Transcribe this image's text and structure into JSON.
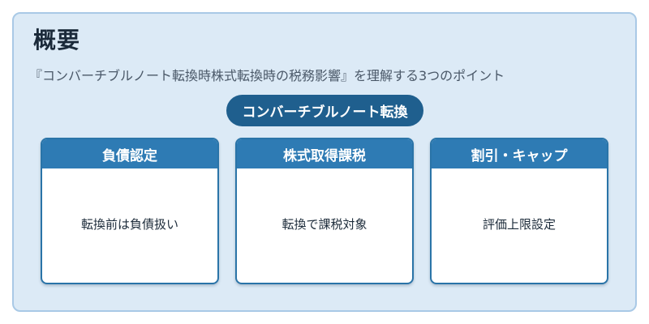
{
  "title": "概要",
  "subtitle": "『コンバーチブルノート転換時株式転換時の税務影響』を理解する3つのポイント",
  "center_label": "コンバーチブルノート転換",
  "cards": [
    {
      "header": "負債認定",
      "body": "転換前は負債扱い"
    },
    {
      "header": "株式取得課税",
      "body": "転換で課税対象"
    },
    {
      "header": "割引・キャップ",
      "body": "評価上限設定"
    }
  ],
  "colors": {
    "panel_bg": "#dceaf6",
    "accent_dark": "#1f5f8e",
    "accent": "#2e7bb4"
  }
}
